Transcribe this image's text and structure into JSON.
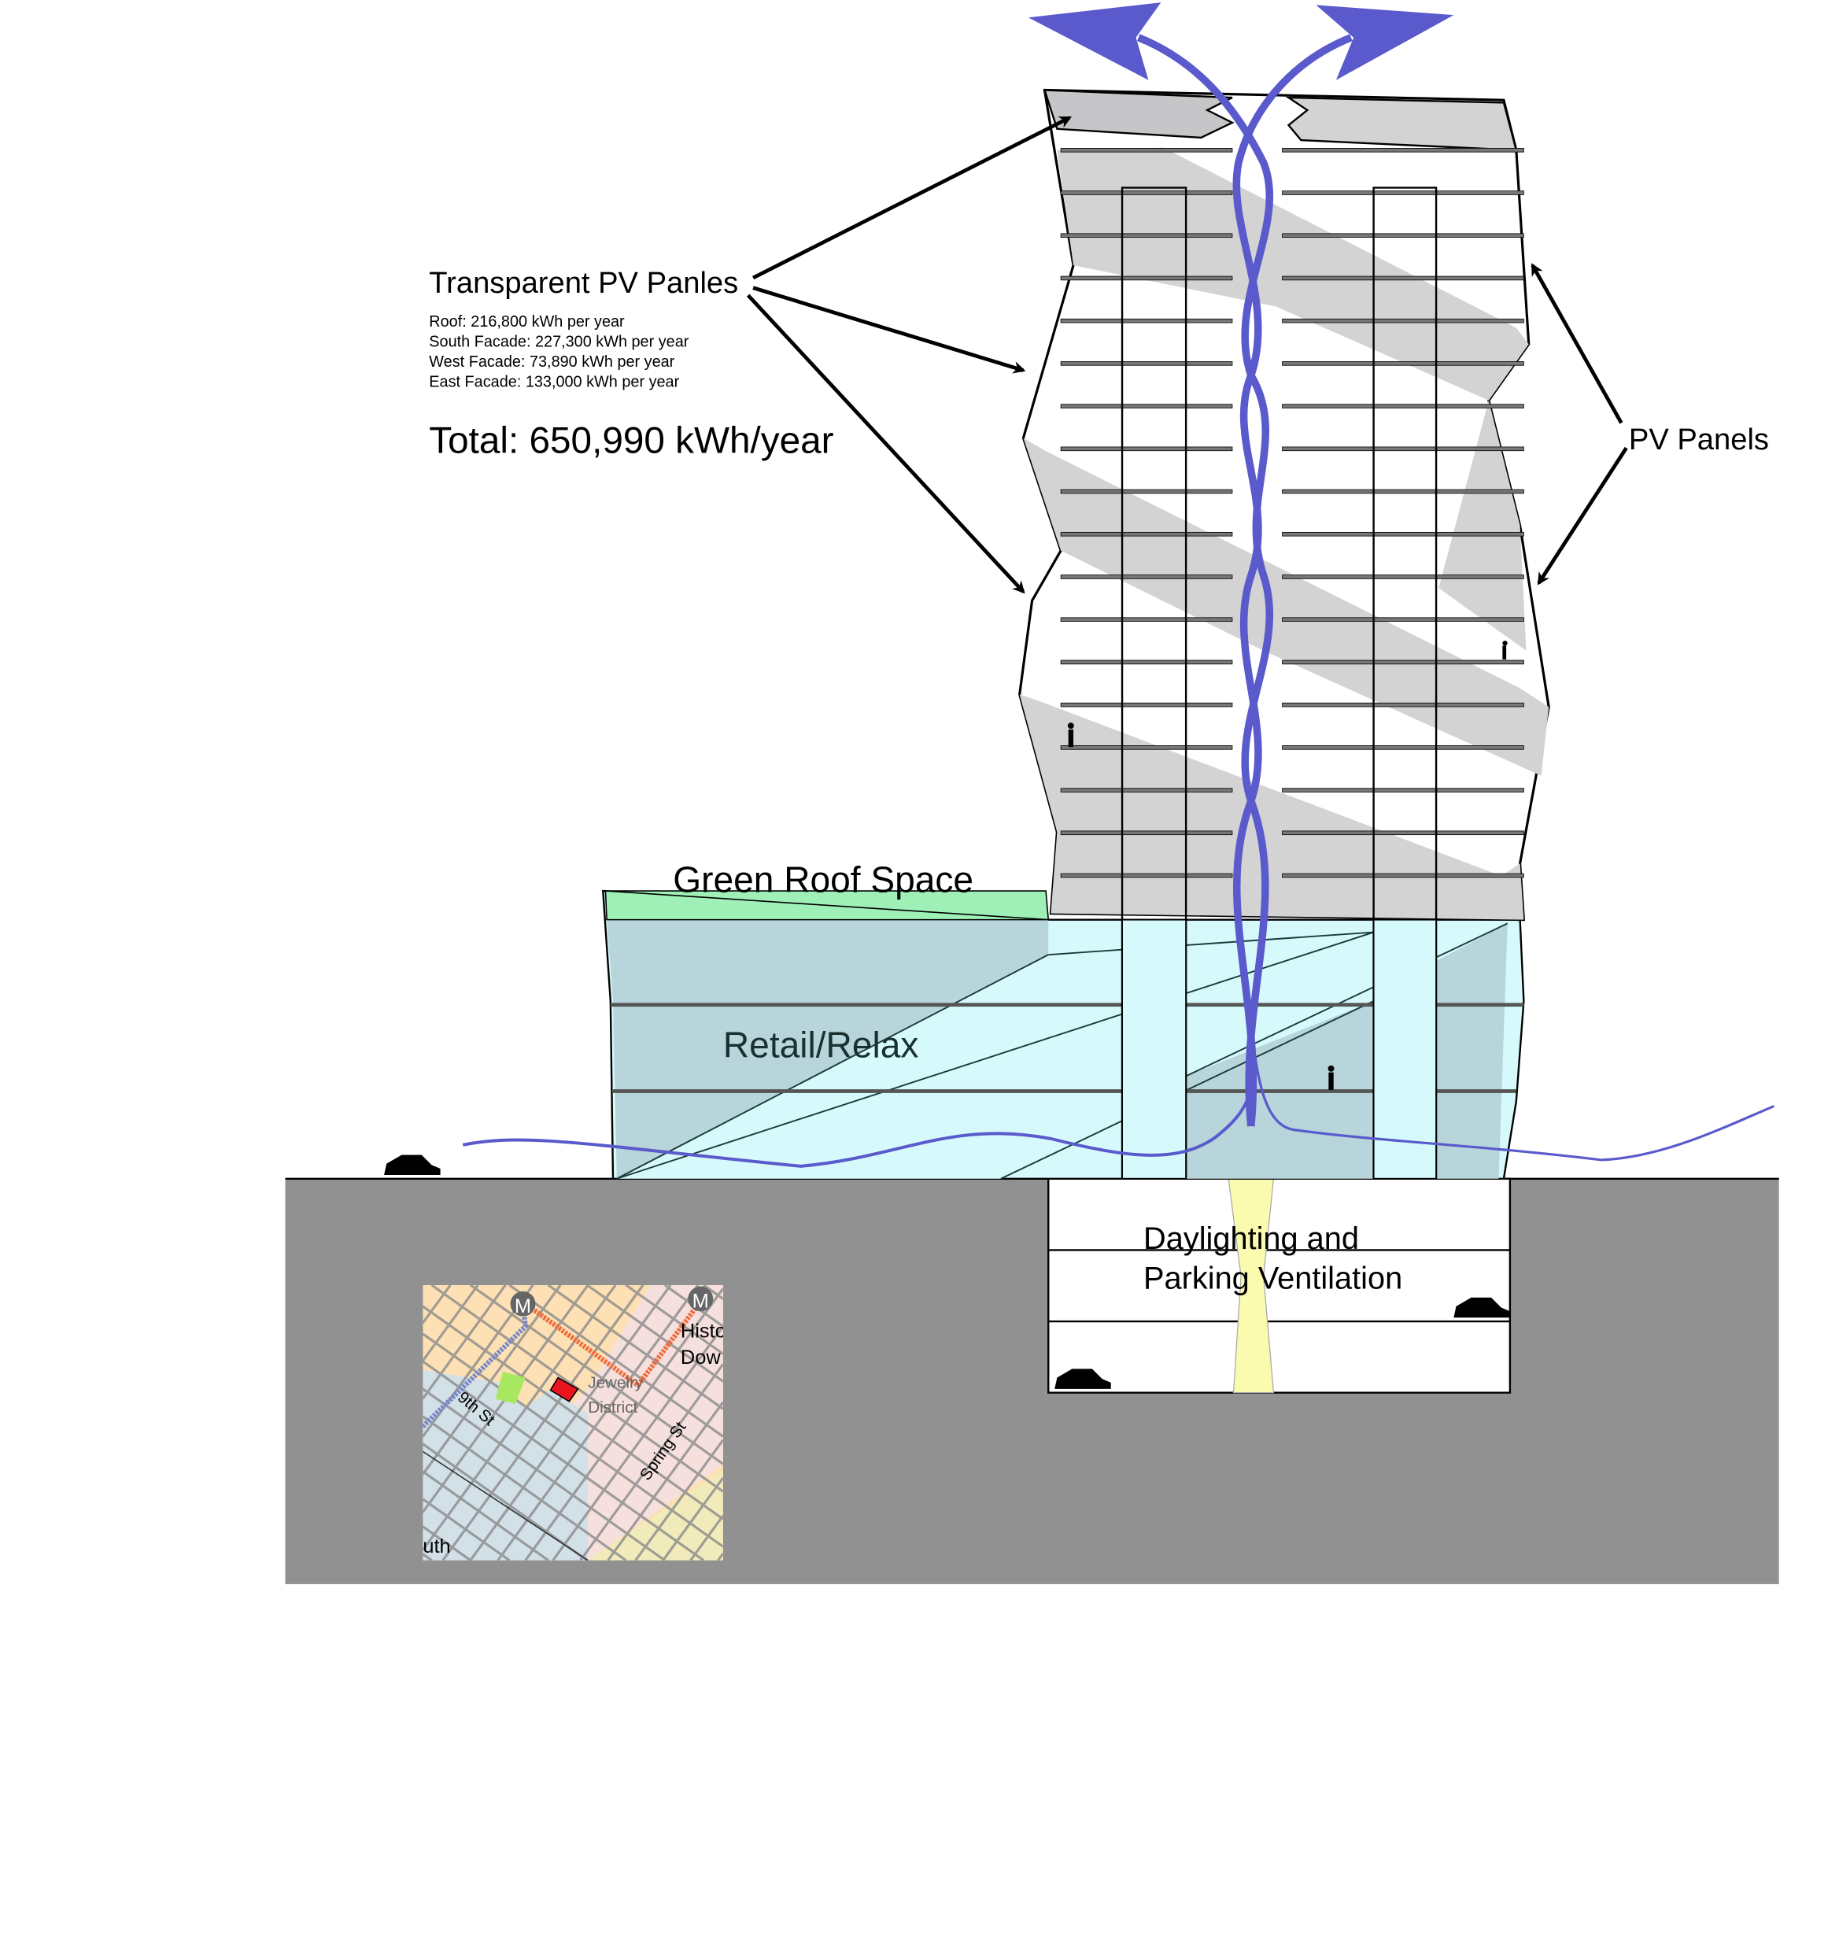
{
  "labels": {
    "transparent_pv": "Transparent PV Panles",
    "roof": "Roof: 216,800 kWh per year",
    "south": "South Facade: 227,300 kWh per year",
    "west": "West Facade: 73,890 kWh per year",
    "east": "East Facade: 133,000 kWh per year",
    "total": "Total: 650,990 kWh/year",
    "pv_panels": "PV Panels",
    "green_roof": "Green Roof Space",
    "retail": "Retail/Relax",
    "daylight_1": "Daylighting and",
    "daylight_2": "Parking Ventilation"
  },
  "map": {
    "metro_1": "M",
    "metro_2": "M",
    "district": "Jewelry",
    "district_2": "District",
    "street_9th": "9th St",
    "street_spring": "Spring St",
    "historic_1": "Histo",
    "historic_2": "Dow",
    "south": "uth"
  },
  "colors": {
    "airflow": "#5a5acc",
    "ground": "#919191",
    "glass": "#d6fafc",
    "teal": "#b7d5da",
    "green_roof": "#9ef0b6",
    "panel_gray": "#d3d3d3",
    "light_well": "#fbfbb0"
  }
}
